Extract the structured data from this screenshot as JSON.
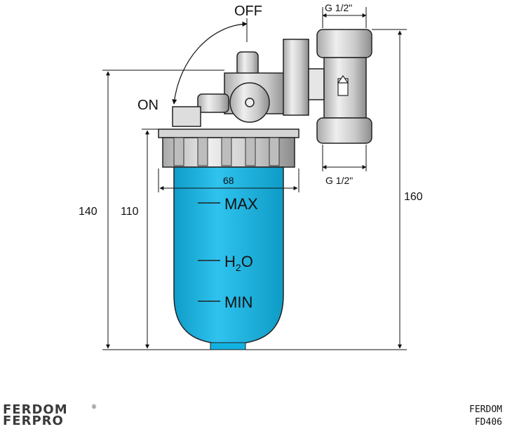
{
  "valve": {
    "off_label": "OFF",
    "on_label": "ON"
  },
  "connection": {
    "top_thread": "G 1/2\"",
    "bottom_thread": "G 1/2\""
  },
  "dimensions": {
    "bowl_width": "68",
    "total_height": "140",
    "bowl_height": "110",
    "overall_height": "160"
  },
  "bowl_markings": {
    "max": "MAX",
    "h2o_main": "H",
    "h2o_sub": "2",
    "h2o_end": "O",
    "min": "MIN"
  },
  "brand": {
    "line1": "FERDOM",
    "line2": "FERPRO",
    "registered": "®"
  },
  "product": {
    "maker": "FERDOM",
    "code": "FD406"
  },
  "colors": {
    "bowl": "#12b2e0",
    "body": "#d9d9d9",
    "outline": "#222222"
  }
}
